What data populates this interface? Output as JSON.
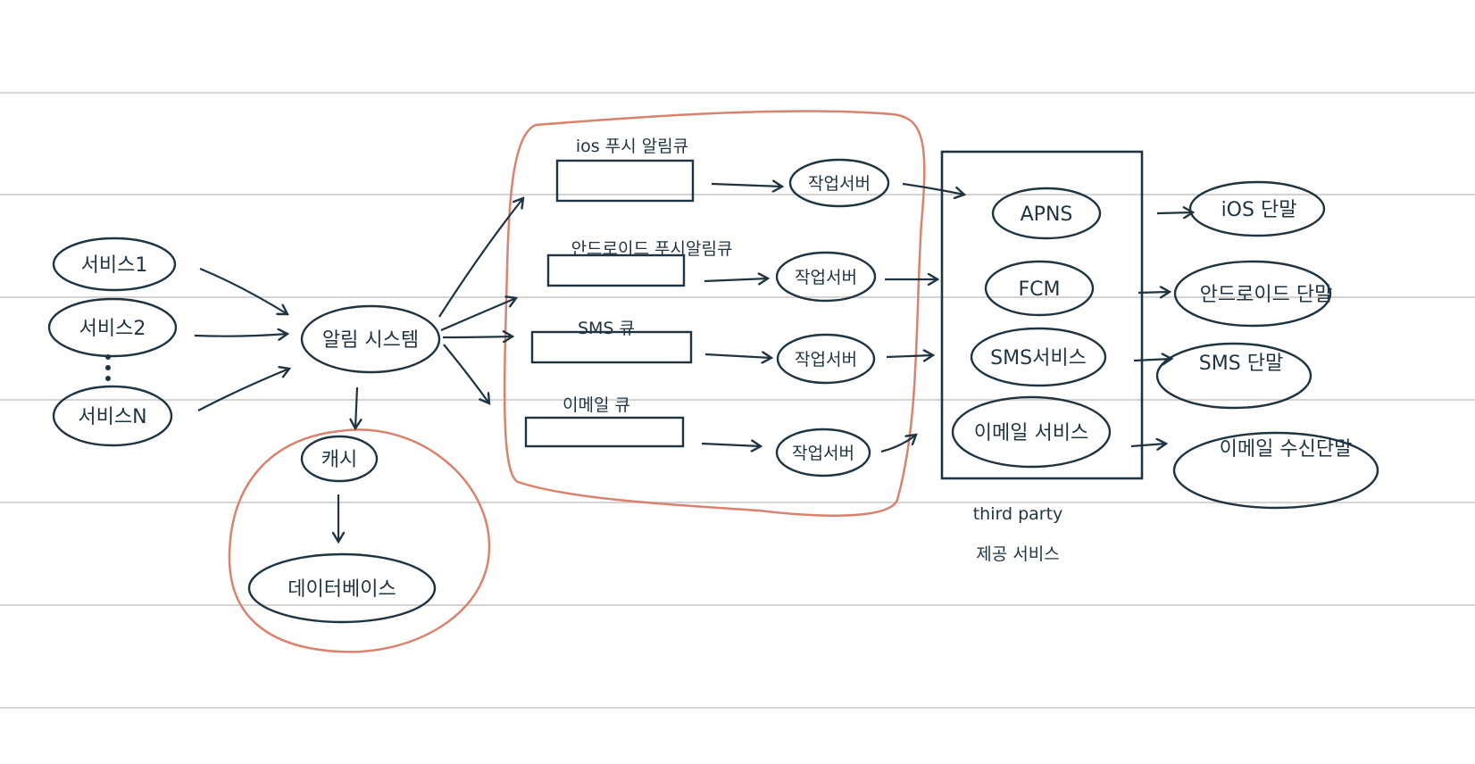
{
  "sources": {
    "service_1": "서비스1",
    "service_2": "서비스2",
    "service_n": "서비스N"
  },
  "notification_system": "알림 시스템",
  "cache": "캐시",
  "database": "데이터베이스",
  "queues": {
    "ios": "ios 푸시 알림큐",
    "android": "안드로이드 푸시알림큐",
    "sms": "SMS 큐",
    "email": "이메일 큐"
  },
  "worker_label": "작업서버",
  "third_party": {
    "apns": "APNS",
    "fcm": "FCM",
    "sms_service": "SMS서비스",
    "email_service": "이메일 서비스",
    "caption_line1": "third party",
    "caption_line2": "제공 서비스"
  },
  "devices": {
    "ios": "iOS 단말",
    "android": "안드로이드 단말",
    "sms": "SMS 단말",
    "email": "이메일 수신단말"
  },
  "colors": {
    "ink": "#1f3340",
    "highlight": "#d9826e",
    "ruled_line": "#d4d4d4",
    "paper": "#ffffff"
  }
}
